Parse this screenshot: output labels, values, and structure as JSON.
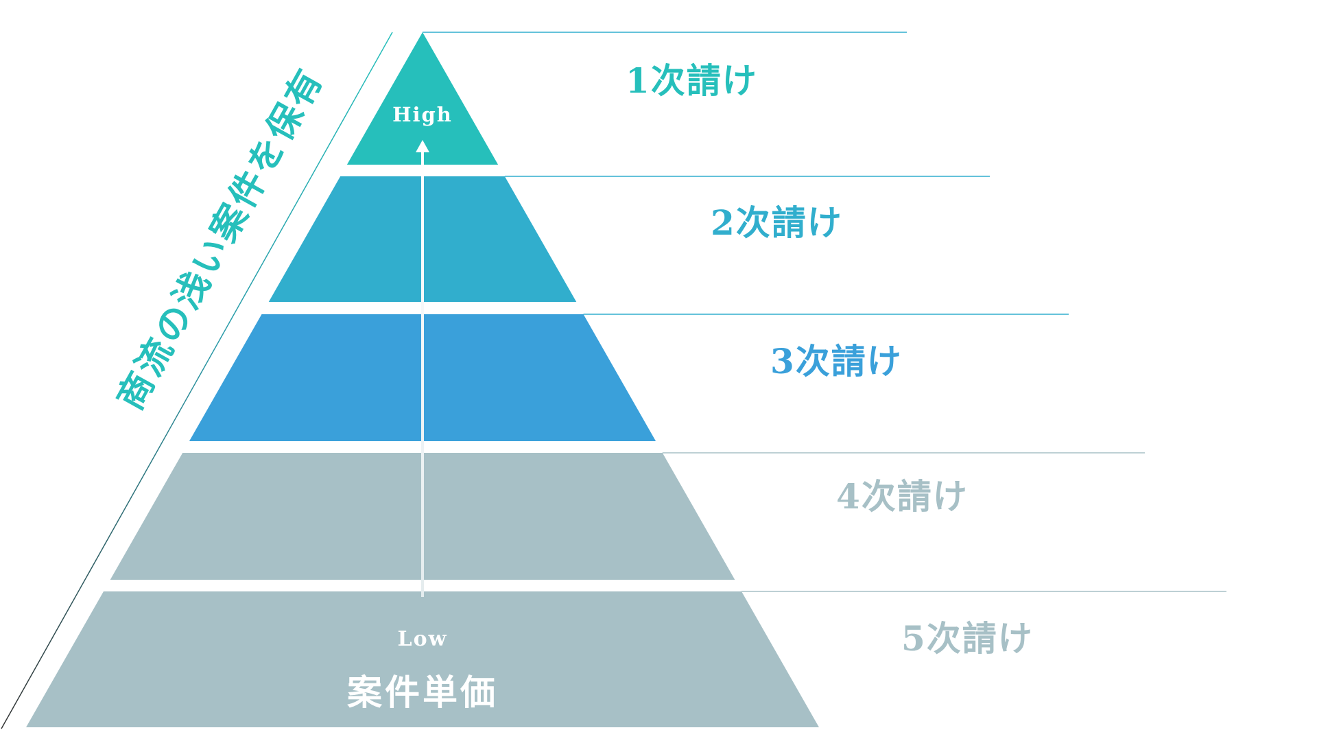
{
  "pyramid": {
    "tiers": [
      {
        "label": "1次請け",
        "color": "#26bfbb"
      },
      {
        "label": "2次請け",
        "color": "#31aecd"
      },
      {
        "label": "3次請け",
        "color": "#3aa0da"
      },
      {
        "label": "4次請け",
        "color": "#a7c0c6"
      },
      {
        "label": "5次請け",
        "color": "#a7c0c6"
      }
    ],
    "axis": {
      "high_label": "High",
      "low_label": "Low",
      "title": "案件単価"
    },
    "side_caption": "商流の浅い案件を保有",
    "side_caption_color": "#26bfbb",
    "guide_line_color": "#31aecd",
    "gray_line_color": "#a7c0c6"
  }
}
